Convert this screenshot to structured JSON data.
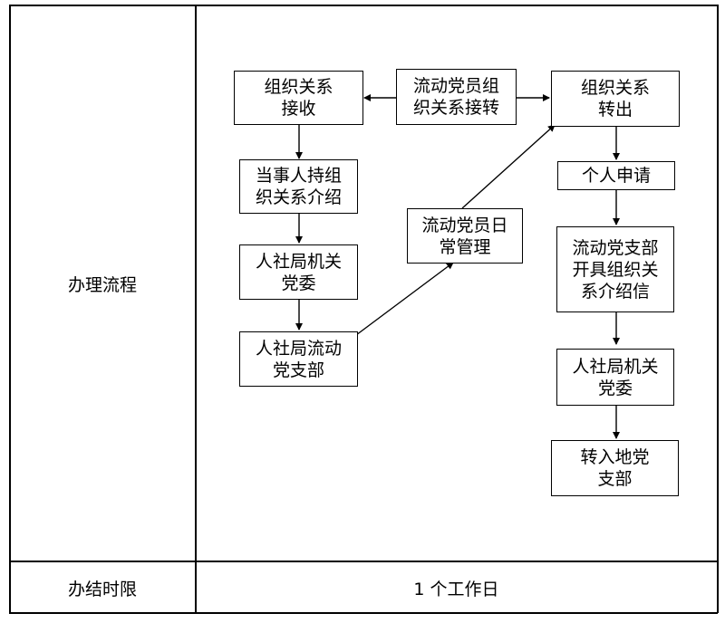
{
  "table": {
    "row1_label": "办理流程",
    "row2_label": "办结时限",
    "row2_value": "1 个工作日"
  },
  "flow": {
    "center": "流动党员组\n织关系接转",
    "left_receive": "组织关系\n接收",
    "left_step1": "当事人持组\n织关系介绍",
    "left_step2": "人社局机关\n党委",
    "left_step3": "人社局流动\n党支部",
    "middle_daily": "流动党员日\n常管理",
    "right_transfer": "组织关系\n转出",
    "right_step1": "个人申请",
    "right_step2": "流动党支部\n开具组织关\n系介绍信",
    "right_step3": "人社局机关\n党委",
    "right_step4": "转入地党\n支部"
  }
}
